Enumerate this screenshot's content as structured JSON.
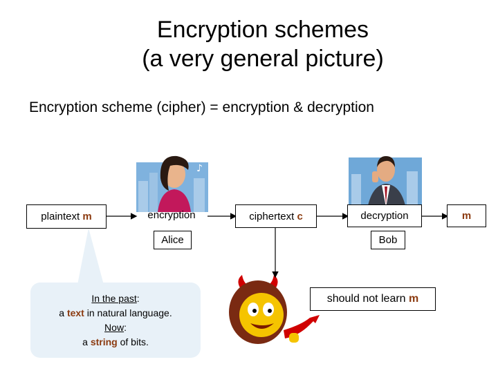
{
  "title": {
    "line1": "Encryption schemes",
    "line2": "(a very general picture)"
  },
  "subtitle": "Encryption scheme (cipher) = encryption & decryption",
  "boxes": {
    "plaintext_label": "plaintext",
    "plaintext_var": "m",
    "encryption": "encryption",
    "alice": "Alice",
    "ciphertext_label": "ciphertext",
    "ciphertext_var": "c",
    "decryption": "decryption",
    "bob": "Bob",
    "output_var": "m",
    "eve_label": "should not learn",
    "eve_var": "m"
  },
  "bubble": {
    "past_heading": "In the past",
    "colon1": ":",
    "past_pre": "a",
    "past_word": "text",
    "past_post": "in natural language.",
    "now_heading": "Now",
    "colon2": ":",
    "now_pre": "a",
    "now_word": "string",
    "now_post": "of bits."
  },
  "colors": {
    "accent": "#8b3a0f",
    "bubble_fill": "#e8f1f8",
    "sky": "#7fb2de"
  }
}
